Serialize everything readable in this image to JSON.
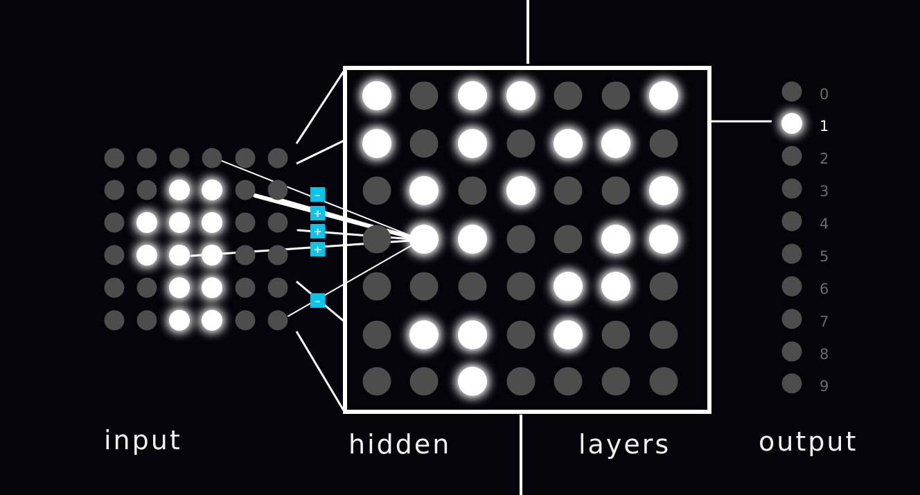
{
  "colors": {
    "background": "#04040a",
    "on": "#ffffff",
    "off": "#4d4d4d",
    "lines": "#ffffff",
    "weight_badge": "#00c8ec",
    "label_dim": "#6b6b6b",
    "label_active": "#ffffff"
  },
  "labels": {
    "input": "input",
    "hidden": "hidden",
    "layers": "layers",
    "output": "output"
  },
  "input_layer": {
    "rows": 6,
    "cols": 6,
    "active": [
      [
        1,
        2
      ],
      [
        1,
        3
      ],
      [
        2,
        1
      ],
      [
        2,
        2
      ],
      [
        2,
        3
      ],
      [
        3,
        1
      ],
      [
        3,
        2
      ],
      [
        3,
        3
      ],
      [
        4,
        2
      ],
      [
        4,
        3
      ],
      [
        5,
        2
      ],
      [
        5,
        3
      ]
    ]
  },
  "hidden_layer": {
    "rows": 7,
    "cols": 7,
    "active": [
      [
        0,
        0
      ],
      [
        0,
        2
      ],
      [
        0,
        3
      ],
      [
        0,
        6
      ],
      [
        1,
        0
      ],
      [
        1,
        2
      ],
      [
        1,
        4
      ],
      [
        1,
        5
      ],
      [
        2,
        1
      ],
      [
        2,
        3
      ],
      [
        2,
        6
      ],
      [
        3,
        1
      ],
      [
        3,
        2
      ],
      [
        3,
        5
      ],
      [
        3,
        6
      ],
      [
        4,
        4
      ],
      [
        4,
        5
      ],
      [
        5,
        1
      ],
      [
        5,
        2
      ],
      [
        5,
        4
      ],
      [
        6,
        2
      ]
    ],
    "focused_neuron": [
      3,
      1
    ]
  },
  "weights": [
    {
      "sign": "–",
      "icon": "minus-icon"
    },
    {
      "sign": "+",
      "icon": "plus-icon"
    },
    {
      "sign": "+",
      "icon": "plus-icon"
    },
    {
      "sign": "+",
      "icon": "plus-icon"
    },
    {
      "sign": "–",
      "icon": "minus-icon"
    }
  ],
  "output_layer": {
    "digits": [
      "0",
      "1",
      "2",
      "3",
      "4",
      "5",
      "6",
      "7",
      "8",
      "9"
    ],
    "active_index": 1
  }
}
